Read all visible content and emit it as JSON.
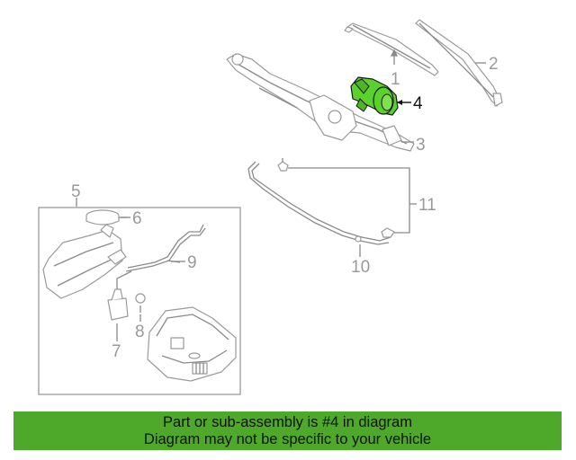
{
  "callouts": {
    "c1": "1",
    "c2": "2",
    "c3": "3",
    "c4": "4",
    "c5": "5",
    "c6": "6",
    "c7": "7",
    "c8": "8",
    "c9": "9",
    "c10": "10",
    "c11": "11"
  },
  "highlight_part": "4",
  "colors": {
    "banner": "#4ea92a",
    "highlight": "#5bd12e",
    "linework": "#9a9a9a"
  },
  "banner": {
    "line1": "Part or sub-assembly is #4 in diagram",
    "line2": "Diagram may not be specific to your vehicle"
  }
}
